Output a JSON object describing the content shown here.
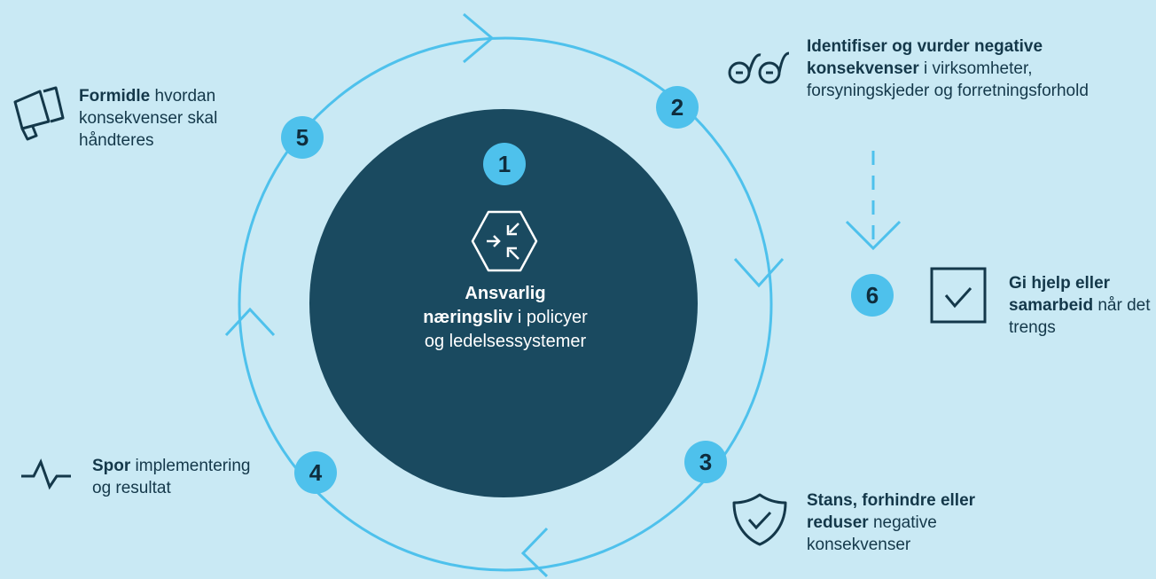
{
  "center": {
    "badge": "1",
    "title_bold": "Ansvarlig",
    "title_bold2": "næringsliv",
    "title_rest": " i policyer",
    "title_line3": "og ledelsessystemer",
    "icon": "hexagon-arrows-icon"
  },
  "steps": [
    {
      "number": "2",
      "bold": "Identifiser og vurder negative konsekvenser",
      "rest": " i virksomheter, forsyningskjeder og forretnings­forhold",
      "icon": "glasses-icon"
    },
    {
      "number": "3",
      "bold": "Stans, forhindre eller reduser",
      "rest": " negative konsekvenser",
      "icon": "shield-check-icon"
    },
    {
      "number": "4",
      "bold": "Spor",
      "rest": " implementering og resultat",
      "icon": "pulse-icon"
    },
    {
      "number": "5",
      "bold": "Formidle",
      "rest": " hvordan konsekvenser skal håndteres",
      "icon": "megaphone-icon"
    },
    {
      "number": "6",
      "bold": "Gi hjelp eller samarbeid",
      "rest": " når det trengs",
      "icon": "checkbox-icon"
    }
  ],
  "colors": {
    "background": "#c9e9f4",
    "center_circle": "#1a4a60",
    "ring": "#4ec1ec",
    "badge": "#4ec1ec",
    "text": "#14384a"
  }
}
